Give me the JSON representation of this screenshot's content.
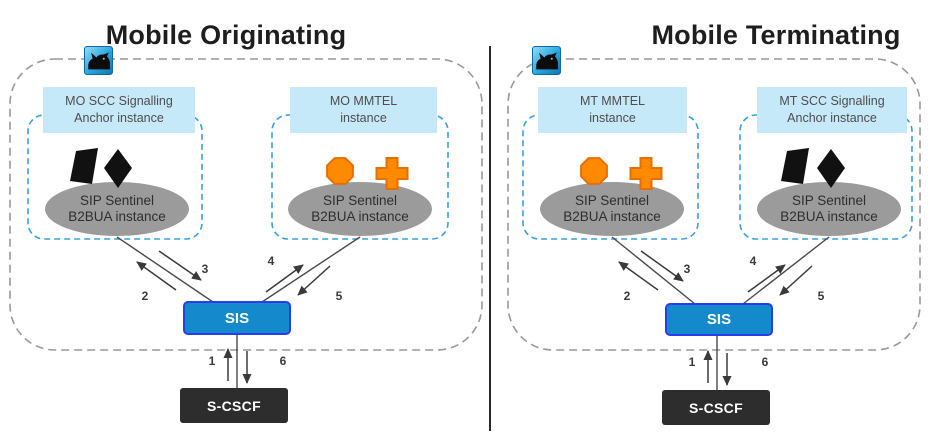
{
  "colors": {
    "panel_outline": "#999999",
    "instance_outline": "#3AA0DC",
    "label_bg": "#C6E9F9",
    "label_text": "#4D4D4D",
    "ellipse_fill": "#9B9B9B",
    "ellipse_text": "#2E2E2E",
    "sis_fill": "#1489CB",
    "sis_border": "#2A3CF0",
    "scscf_fill": "#2D2D2D",
    "mmtel_icon": "#FF8A00",
    "mmtel_icon_border": "#E56F00",
    "scc_icon": "#111111",
    "arrow": "#3A3A3A"
  },
  "panels": [
    {
      "title": "Mobile Originating",
      "instances": [
        {
          "label": [
            "MO SCC Signalling",
            "Anchor instance"
          ],
          "ellipse": [
            "SIP Sentinel",
            "B2BUA instance"
          ]
        },
        {
          "label": [
            "MO MMTEL",
            "instance"
          ],
          "ellipse": [
            "SIP Sentinel",
            "B2BUA instance"
          ]
        }
      ],
      "sis_label": "SIS",
      "scscf_label": "S-CSCF",
      "arrows": [
        "1",
        "2",
        "3",
        "4",
        "5",
        "6"
      ]
    },
    {
      "title": "Mobile Terminating",
      "instances": [
        {
          "label": [
            "MT MMTEL",
            "instance"
          ],
          "ellipse": [
            "SIP Sentinel",
            "B2BUA instance"
          ]
        },
        {
          "label": [
            "MT SCC Signalling",
            "Anchor instance"
          ],
          "ellipse": [
            "SIP Sentinel",
            "B2BUA instance"
          ]
        }
      ],
      "sis_label": "SIS",
      "scscf_label": "S-CSCF",
      "arrows": [
        "1",
        "2",
        "3",
        "4",
        "5",
        "6"
      ]
    }
  ]
}
